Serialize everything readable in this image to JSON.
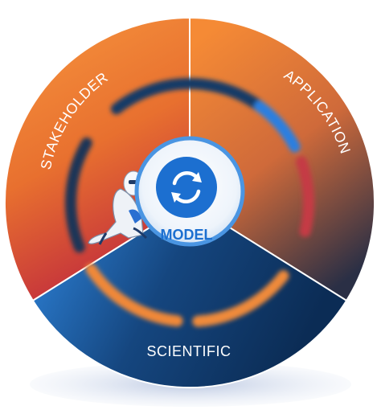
{
  "center": {
    "label": "MODEL",
    "icon": "refresh-cycle-icon"
  },
  "segments": [
    {
      "id": "stakeholder",
      "label": "STAKEHOLDER"
    },
    {
      "id": "application",
      "label": "APPLICATION"
    },
    {
      "id": "scientific",
      "label": "SCIENTIFIC"
    }
  ],
  "figure": {
    "icon": "robot-icon"
  },
  "colors": {
    "orange": "#f58a3a",
    "orange_dark": "#c9542a",
    "red": "#c62f3d",
    "navy": "#0f3a68",
    "blue": "#1b66c4",
    "center_ring": "#3d8fe0",
    "white": "#ffffff"
  }
}
